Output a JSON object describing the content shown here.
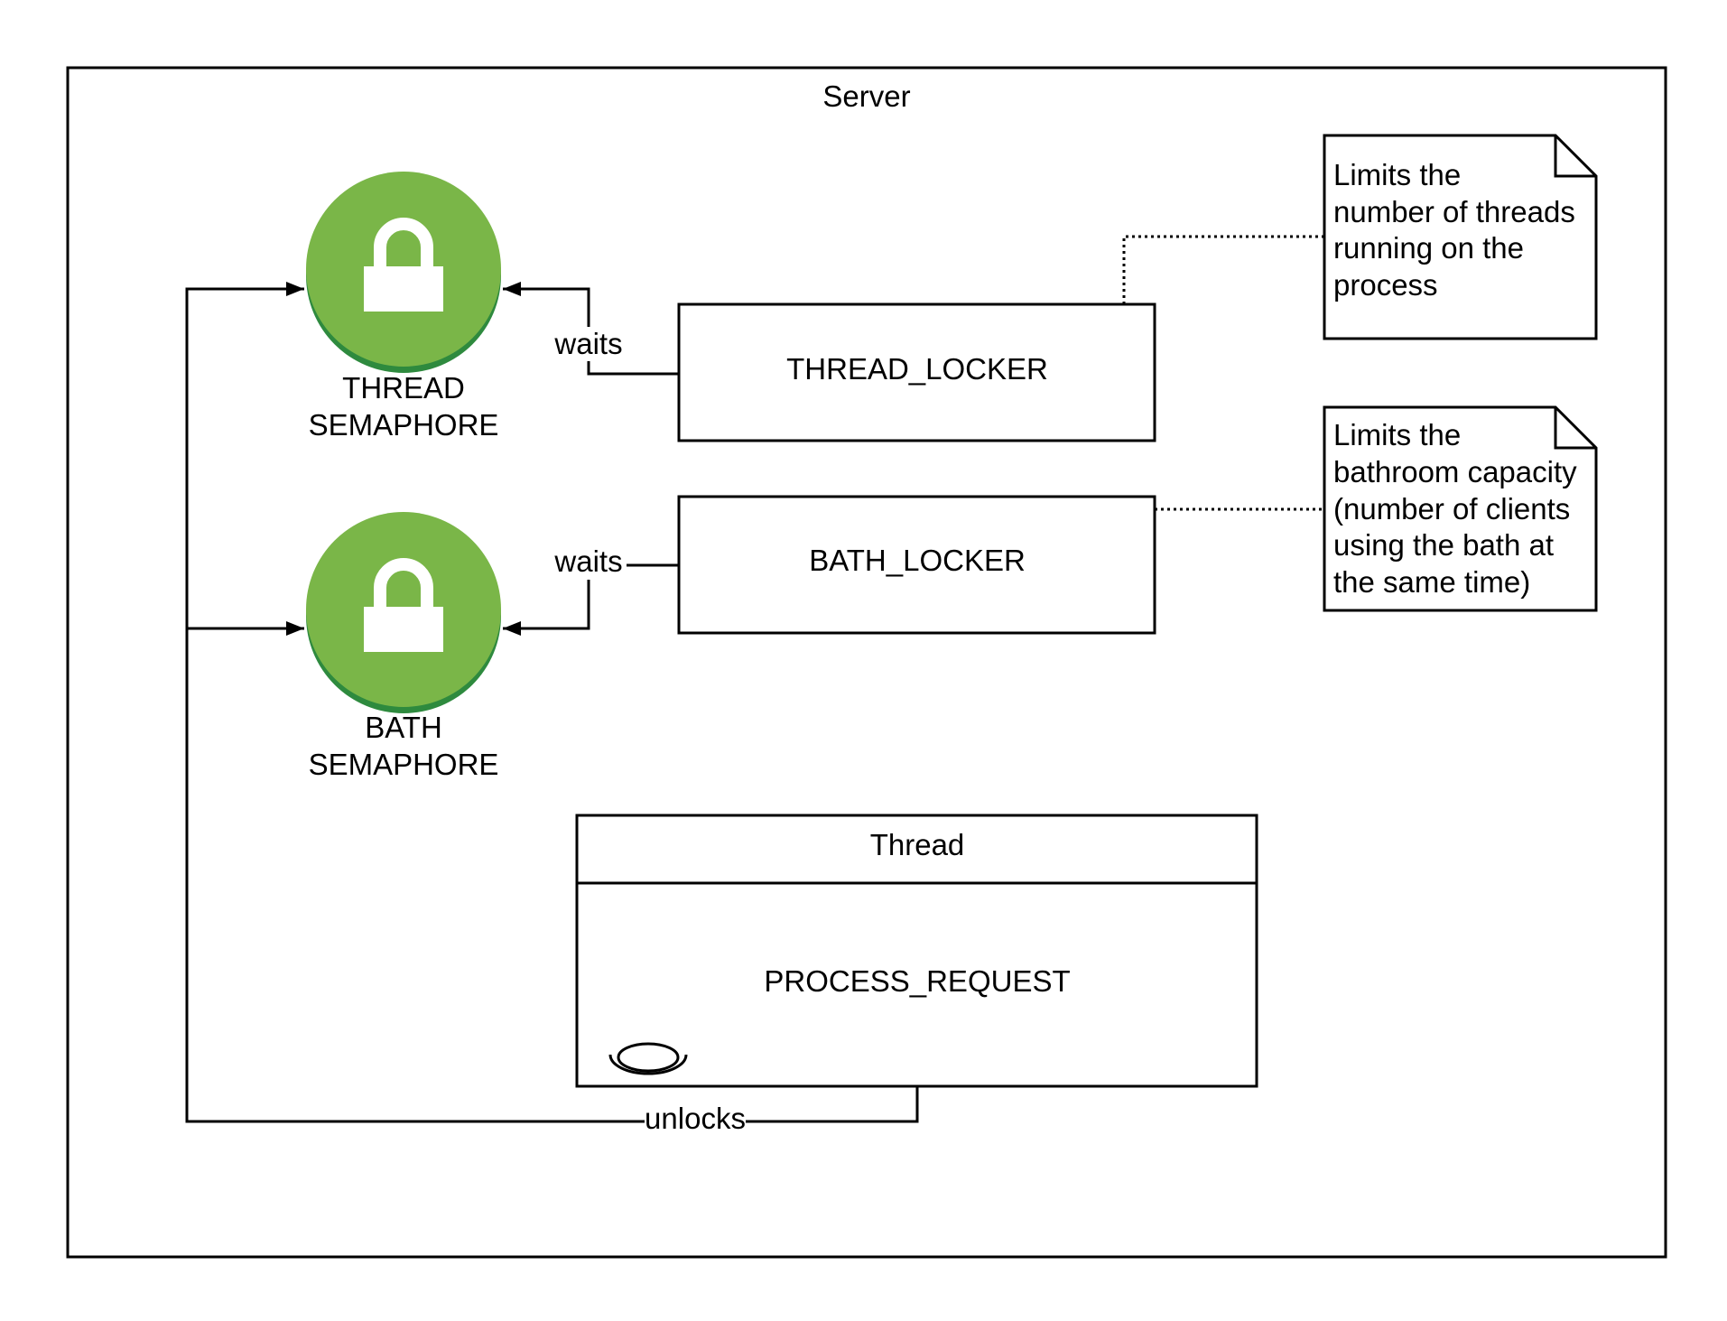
{
  "server": {
    "title": "Server"
  },
  "semaphores": {
    "thread": {
      "line1": "THREAD",
      "line2": "SEMAPHORE",
      "icon": "lock-icon"
    },
    "bath": {
      "line1": "BATH",
      "line2": "SEMAPHORE",
      "icon": "lock-icon"
    }
  },
  "lockers": {
    "thread": {
      "label": "THREAD_LOCKER"
    },
    "bath": {
      "label": "BATH_LOCKER"
    }
  },
  "edges": {
    "thread_waits": "waits",
    "bath_waits": "waits",
    "unlocks": "unlocks"
  },
  "notes": {
    "thread": [
      "Limits the",
      "number of threads",
      "running on the",
      "process"
    ],
    "bath": [
      "Limits the",
      "bathroom capacity",
      "(number of clients",
      "using the bath at",
      "the same time)"
    ]
  },
  "thread_box": {
    "header": "Thread",
    "body": "PROCESS_REQUEST",
    "loop_icon": "loop-icon"
  },
  "colors": {
    "semaphore_fill": "#7AB648",
    "semaphore_shadow": "#2E8A3E",
    "lock": "#FFFFFF",
    "stroke": "#000000"
  }
}
